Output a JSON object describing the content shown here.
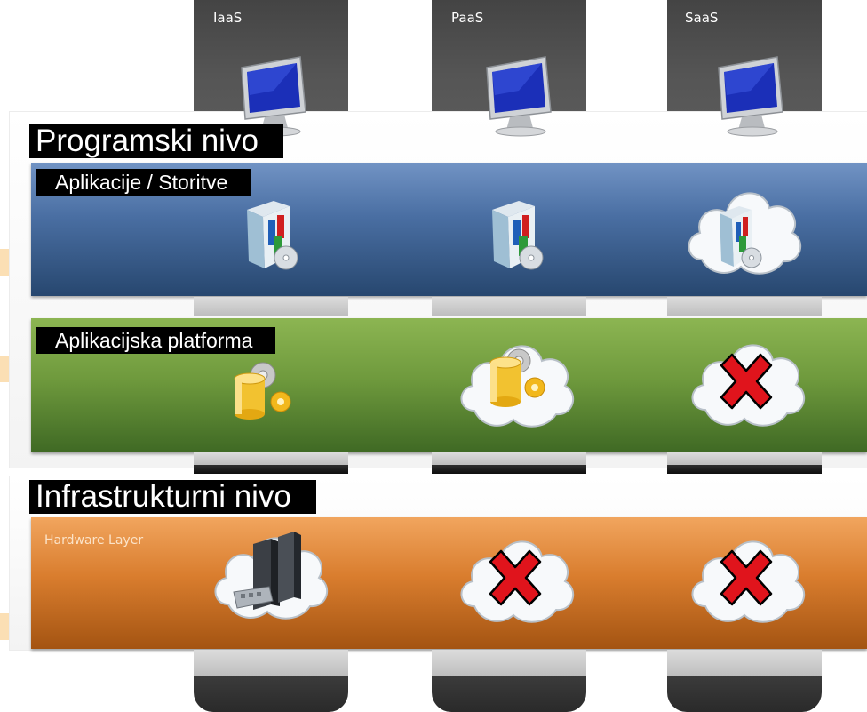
{
  "columns": [
    {
      "label": "IaaS"
    },
    {
      "label": "PaaS"
    },
    {
      "label": "SaaS"
    }
  ],
  "levels": {
    "software": {
      "label": "Programski nivo"
    },
    "infrastructure": {
      "label": "Infrastrukturni nivo"
    }
  },
  "layers": [
    {
      "label": "Aplikacije / Storitve",
      "color": "#3f6497",
      "cells": [
        "application-box-icon",
        "application-box-icon",
        "application-in-cloud-icon"
      ]
    },
    {
      "label": "Aplikacijska platforma",
      "color": "#5f8a35",
      "cells": [
        "database-gear-icon",
        "database-gear-in-cloud-icon",
        "cloud-with-red-x-icon"
      ]
    },
    {
      "label": "Hardware Layer",
      "color": "#cc6f22",
      "cells": [
        "servers-in-cloud-icon",
        "cloud-with-red-x-icon",
        "cloud-with-red-x-icon"
      ]
    }
  ],
  "colors": {
    "x_mark": "#e0141c",
    "monitor_screen": "#1b2fb8"
  }
}
